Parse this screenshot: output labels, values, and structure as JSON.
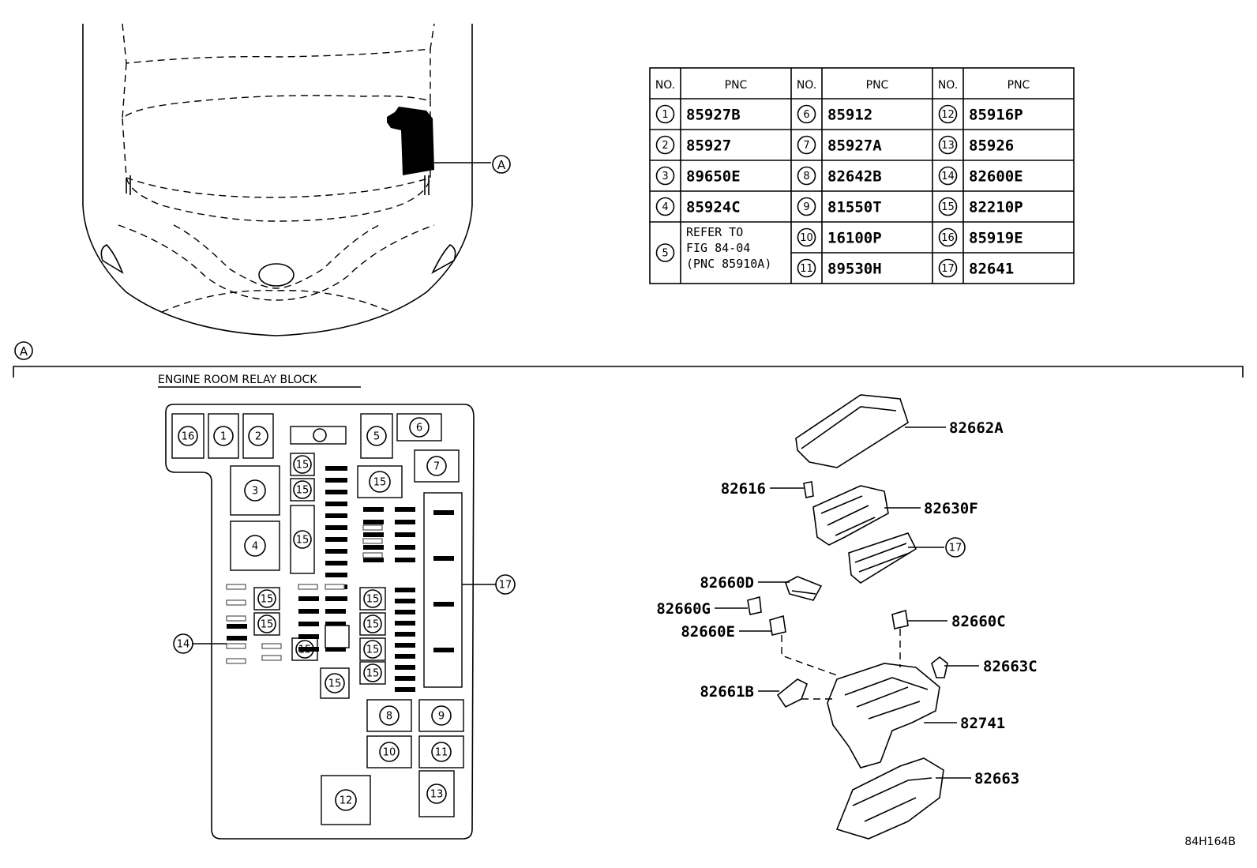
{
  "ref_label": "A",
  "section_marker": "A",
  "section_title": "ENGINE ROOM RELAY BLOCK",
  "figure_id": "84H164B",
  "table": {
    "header": [
      "NO.",
      "PNC",
      "NO.",
      "PNC",
      "NO.",
      "PNC"
    ],
    "rows": [
      [
        {
          "no": "1",
          "pnc": "85927B"
        },
        {
          "no": "6",
          "pnc": "85912"
        },
        {
          "no": "12",
          "pnc": "85916P"
        }
      ],
      [
        {
          "no": "2",
          "pnc": "85927"
        },
        {
          "no": "7",
          "pnc": "85927A"
        },
        {
          "no": "13",
          "pnc": "85926"
        }
      ],
      [
        {
          "no": "3",
          "pnc": "89650E"
        },
        {
          "no": "8",
          "pnc": "82642B"
        },
        {
          "no": "14",
          "pnc": "82600E"
        }
      ],
      [
        {
          "no": "4",
          "pnc": "85924C"
        },
        {
          "no": "9",
          "pnc": "81550T"
        },
        {
          "no": "15",
          "pnc": "82210P"
        }
      ]
    ],
    "row5": {
      "no": "5",
      "lines": [
        "REFER TO",
        "FIG 84-04",
        "(PNC 85910A)"
      ]
    },
    "row5b": [
      {
        "no": "10",
        "pnc": "16100P"
      },
      {
        "no": "16",
        "pnc": "85919E"
      }
    ],
    "row6": [
      {
        "no": "11",
        "pnc": "89530H"
      },
      {
        "no": "17",
        "pnc": "82641"
      }
    ]
  },
  "relay_block_items": [
    "16",
    "1",
    "2",
    "3",
    "4",
    "5",
    "6",
    "7",
    "8",
    "9",
    "10",
    "11",
    "12",
    "13",
    "14",
    "15",
    "17"
  ],
  "part_callouts": [
    "82662A",
    "82616",
    "82630F",
    "17",
    "82660D",
    "82660G",
    "82660E",
    "82660C",
    "82663C",
    "82661B",
    "82741",
    "82663"
  ]
}
